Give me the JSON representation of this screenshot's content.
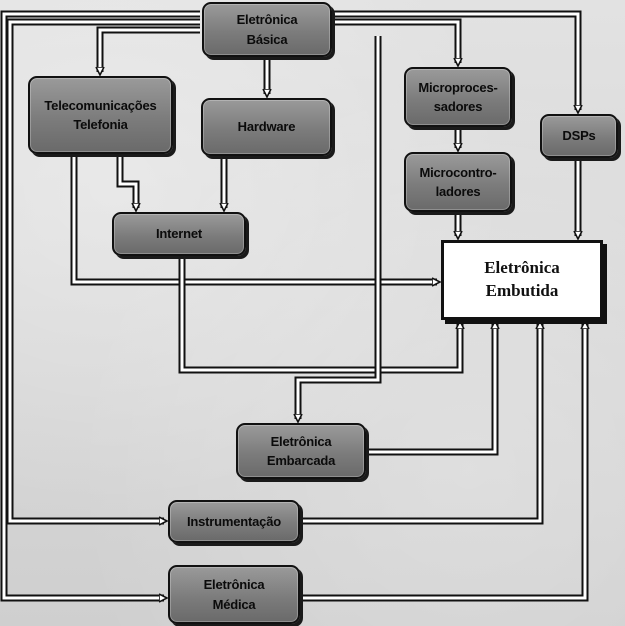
{
  "nodes": {
    "eletronica_basica": [
      "Eletrônica",
      "Básica"
    ],
    "telecom": [
      "Telecomunicações",
      "Telefonia"
    ],
    "hardware": [
      "Hardware"
    ],
    "internet": [
      "Internet"
    ],
    "microprocessadores": [
      "Microproces-",
      "sadores"
    ],
    "microcontroladores": [
      "Microcontro-",
      "ladores"
    ],
    "dsps": [
      "DSPs"
    ],
    "eletronica_embutida": [
      "Eletrônica",
      "Embutida"
    ],
    "eletronica_embarcada": [
      "Eletrônica",
      "Embarcada"
    ],
    "instrumentacao": [
      "Instrumentação"
    ],
    "eletronica_medica": [
      "Eletrônica",
      "Médica"
    ]
  },
  "colors": {
    "box_fill": "#7c7c7c",
    "box_border": "#111111",
    "hub_fill": "#ffffff",
    "line_dark": "#111111",
    "line_light": "#ffffff",
    "background": "#d9d9d9"
  }
}
